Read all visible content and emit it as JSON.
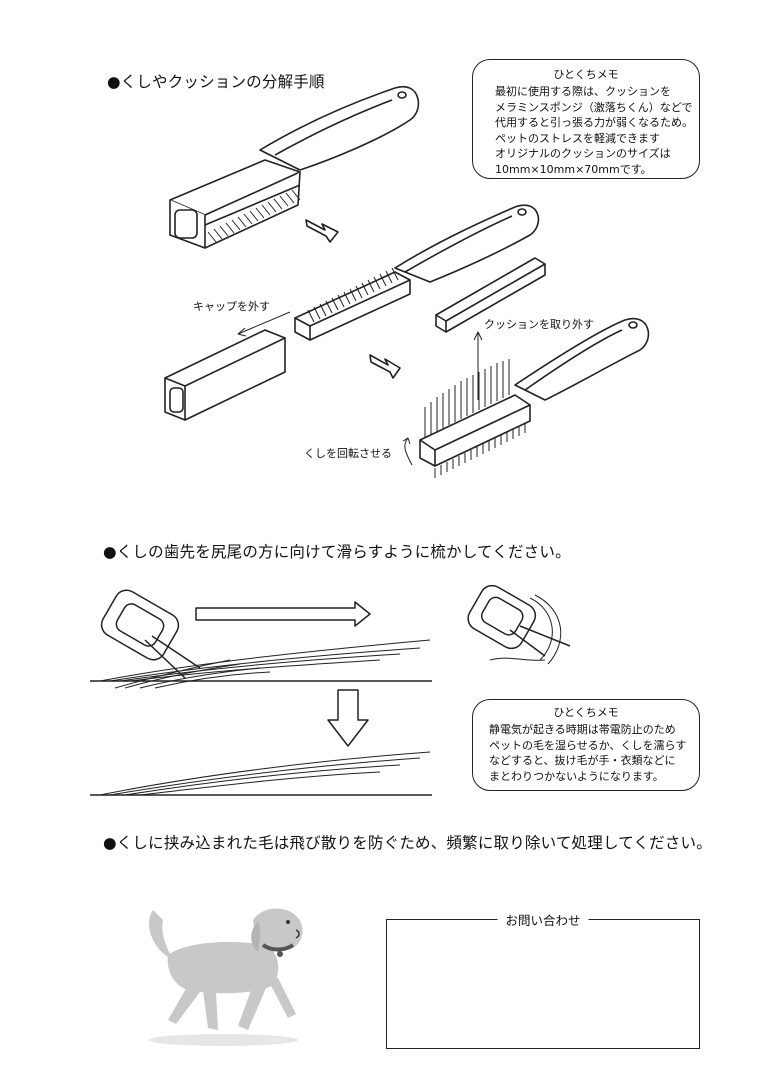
{
  "sections": {
    "disassembly_heading": "●くしやクッションの分解手順",
    "combing_heading": "●くしの歯先を尻尾の方に向けて滑らすように梳かしてください。",
    "disposal_heading": "●くしに挟み込まれた毛は飛び散りを防ぐため、頻繁に取り除いて処理してください。"
  },
  "memo1": {
    "title": "ひとくちメモ",
    "body": "最初に使用する際は、クッションを\nメラミンスポンジ（激落ちくん）などで\n代用すると引っ張る力が弱くなるため。\nペットのストレスを軽減できます\nオリジナルのクッションのサイズは\n10mm×10mm×70mmです。"
  },
  "memo2": {
    "title": "ひとくちメモ",
    "body": "静電気が起きる時期は帯電防止のため\nペットの毛を湿らせるか、くしを濡らす\nなどすると、抜け毛が手・衣類などに\nまとわりつかないようになります。"
  },
  "diagram_labels": {
    "remove_cap": "キャップを外す",
    "remove_cushion": "クッションを取り外す",
    "rotate_comb": "くしを回転させる"
  },
  "contact": {
    "title": "お問い合わせ"
  },
  "colors": {
    "line": "#222222",
    "dog_body": "#c8c8c8",
    "dog_shadow": "#e6e6e6",
    "collar": "#555555"
  }
}
